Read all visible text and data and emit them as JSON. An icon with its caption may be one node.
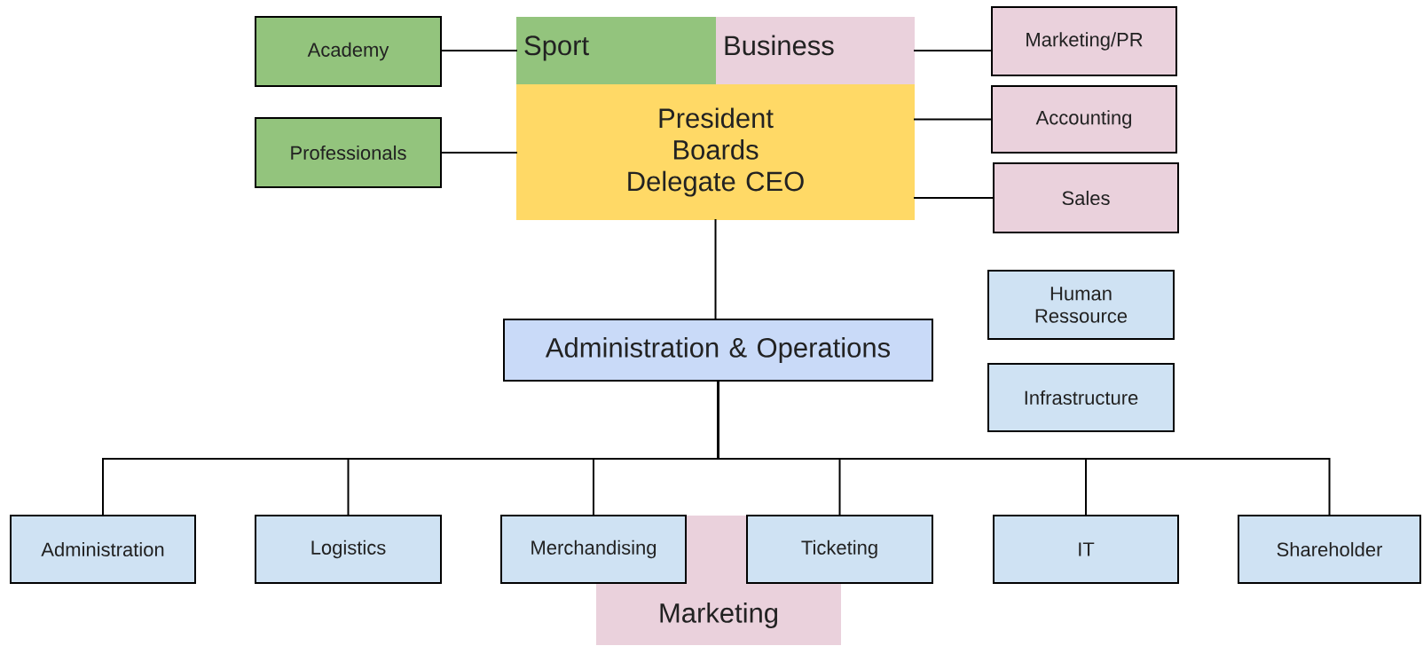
{
  "diagram": {
    "nodes": [
      {
        "text": [
          "Academy"
        ]
      },
      {
        "text": [
          "Sport"
        ]
      },
      {
        "text": [
          "Business"
        ]
      },
      {
        "text": [
          "Marketing/PR"
        ]
      },
      {
        "text": [
          "Professionals"
        ]
      },
      {
        "text": [
          "President Boards Delegate CEO"
        ]
      },
      {
        "text": [
          "Accounting"
        ]
      },
      {
        "text": [
          "Sales"
        ]
      },
      {
        "text": [
          "Human Ressource"
        ]
      },
      {
        "text": [
          "Administration & Operations"
        ]
      },
      {
        "text": [
          "Infrastructure"
        ]
      },
      {
        "text": [
          "Administration"
        ]
      },
      {
        "text": [
          "Logistics"
        ]
      },
      {
        "text": [
          "Merchandising"
        ]
      },
      {
        "text": [
          "Ticketing"
        ]
      },
      {
        "text": [
          "IT"
        ]
      },
      {
        "text": [
          "Shareholder"
        ]
      },
      {
        "text": [
          "Marketing"
        ]
      }
    ],
    "edges": [
      {
        "from": 0,
        "to": 1,
        "arrow": "none"
      },
      {
        "from": 2,
        "to": 3,
        "arrow": "none"
      },
      {
        "from": 4,
        "to": 5,
        "arrow": "none"
      },
      {
        "from": 5,
        "to": 6,
        "arrow": "none"
      },
      {
        "from": 5,
        "to": 7,
        "arrow": "none"
      },
      {
        "from": 5,
        "to": 9,
        "arrow": "none"
      },
      {
        "from": 9,
        "to": 11,
        "arrow": "none"
      },
      {
        "from": 9,
        "to": 12,
        "arrow": "none"
      },
      {
        "from": 9,
        "to": 13,
        "arrow": "none"
      },
      {
        "from": 9,
        "to": 14,
        "arrow": "none"
      },
      {
        "from": 9,
        "to": 15,
        "arrow": "none"
      },
      {
        "from": 9,
        "to": 16,
        "arrow": "none"
      }
    ]
  }
}
